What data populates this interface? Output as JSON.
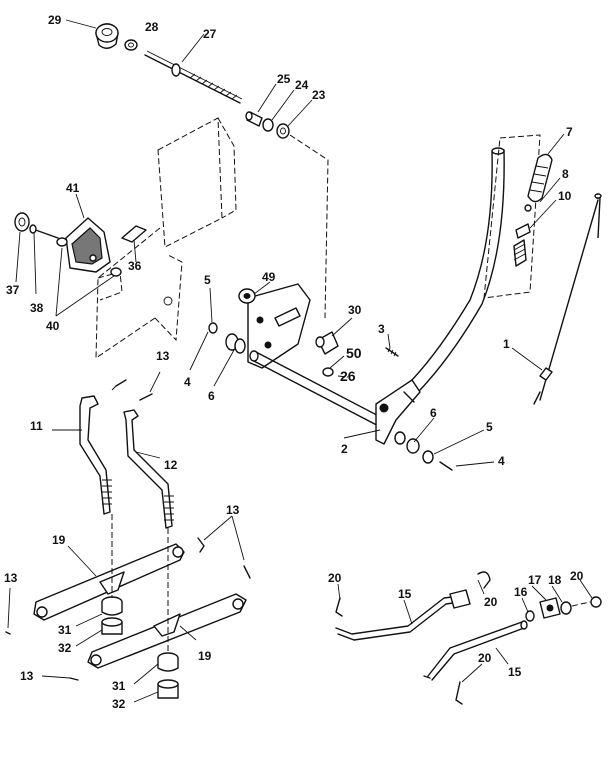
{
  "labels": [
    {
      "id": "l29",
      "text": "29"
    },
    {
      "id": "l28",
      "text": "28"
    },
    {
      "id": "l27",
      "text": "27"
    },
    {
      "id": "l25",
      "text": "25"
    },
    {
      "id": "l24",
      "text": "24"
    },
    {
      "id": "l23",
      "text": "23"
    },
    {
      "id": "l7",
      "text": "7"
    },
    {
      "id": "l8",
      "text": "8"
    },
    {
      "id": "l10",
      "text": "10"
    },
    {
      "id": "l41",
      "text": "41"
    },
    {
      "id": "l36",
      "text": "36"
    },
    {
      "id": "l37",
      "text": "37"
    },
    {
      "id": "l38",
      "text": "38"
    },
    {
      "id": "l40",
      "text": "40"
    },
    {
      "id": "l5a",
      "text": "5"
    },
    {
      "id": "l49",
      "text": "49"
    },
    {
      "id": "l30",
      "text": "30"
    },
    {
      "id": "l3",
      "text": "3"
    },
    {
      "id": "l1",
      "text": "1"
    },
    {
      "id": "l50",
      "text": "50"
    },
    {
      "id": "l26",
      "text": "26"
    },
    {
      "id": "l4a",
      "text": "4"
    },
    {
      "id": "l6a",
      "text": "6"
    },
    {
      "id": "l13a",
      "text": "13"
    },
    {
      "id": "l11",
      "text": "11"
    },
    {
      "id": "l12",
      "text": "12"
    },
    {
      "id": "l2",
      "text": "2"
    },
    {
      "id": "l6b",
      "text": "6"
    },
    {
      "id": "l5b",
      "text": "5"
    },
    {
      "id": "l4b",
      "text": "4"
    },
    {
      "id": "l13b",
      "text": "13"
    },
    {
      "id": "l19a",
      "text": "19"
    },
    {
      "id": "l13c",
      "text": "13"
    },
    {
      "id": "l31a",
      "text": "31"
    },
    {
      "id": "l32a",
      "text": "32"
    },
    {
      "id": "l19b",
      "text": "19"
    },
    {
      "id": "l13d",
      "text": "13"
    },
    {
      "id": "l31b",
      "text": "31"
    },
    {
      "id": "l32b",
      "text": "32"
    },
    {
      "id": "l20a",
      "text": "20"
    },
    {
      "id": "l15a",
      "text": "15"
    },
    {
      "id": "l20b",
      "text": "20"
    },
    {
      "id": "l17",
      "text": "17"
    },
    {
      "id": "l18",
      "text": "18"
    },
    {
      "id": "l20c",
      "text": "20"
    },
    {
      "id": "l16",
      "text": "16"
    },
    {
      "id": "l20d",
      "text": "20"
    },
    {
      "id": "l15b",
      "text": "15"
    }
  ]
}
